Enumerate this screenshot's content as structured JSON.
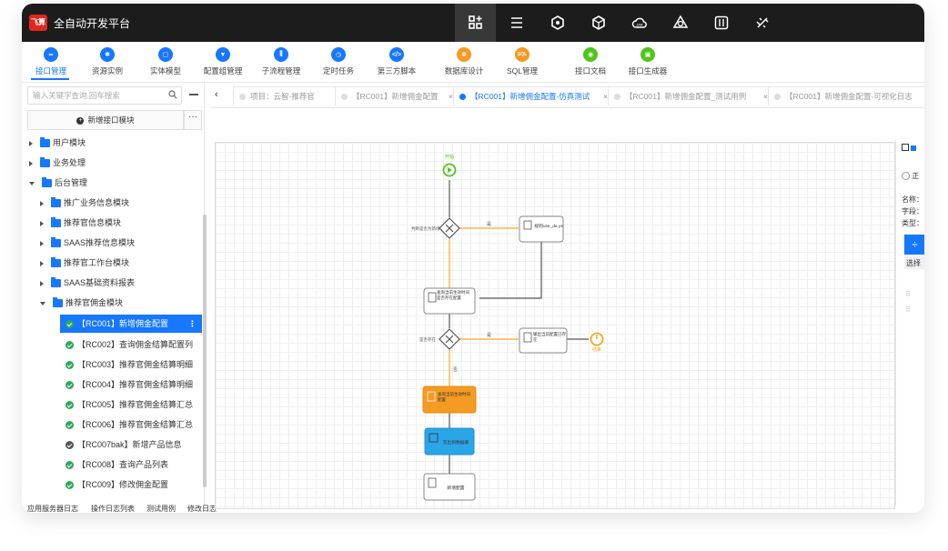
{
  "app": {
    "logo_text": "飞算",
    "title": "全自动开发平台"
  },
  "topnav_icons": [
    "grid-plus-icon",
    "list-icon",
    "hexagon-icon",
    "cube-icon",
    "cloud-jar-icon",
    "atom-icon",
    "sliders-icon",
    "scale-icon"
  ],
  "toolbar": {
    "items": [
      {
        "label": "接口管理",
        "icon": "link-icon",
        "color": "#1677ff",
        "active": true
      },
      {
        "label": "资源实例",
        "icon": "gear-icon",
        "color": "#1677ff"
      },
      {
        "label": "实体模型",
        "icon": "box-icon",
        "color": "#1677ff"
      },
      {
        "label": "配置组管理",
        "icon": "funnel-icon",
        "color": "#1677ff"
      },
      {
        "label": "子流程管理",
        "icon": "flow-icon",
        "color": "#1677ff"
      },
      {
        "label": "定时任务",
        "icon": "clock-icon",
        "color": "#1677ff"
      },
      {
        "label": "第三方脚本",
        "icon": "code-icon",
        "color": "#1677ff"
      },
      {
        "label": "数据库设计",
        "icon": "db-icon",
        "color": "#f59a23"
      },
      {
        "label": "SQL管理",
        "icon": "sql-icon",
        "color": "#f59a23",
        "glyph": "SQL"
      },
      {
        "label": "接口文档",
        "icon": "doc-icon",
        "color": "#52c41a"
      },
      {
        "label": "接口生成器",
        "icon": "generator-icon",
        "color": "#52c41a"
      }
    ]
  },
  "sidebar": {
    "search_placeholder": "输入关键字查询,回车搜索",
    "add_button": "新增接口模块",
    "more": "···",
    "tree": [
      {
        "label": "用户模块",
        "type": "folder",
        "level": 0,
        "open": false
      },
      {
        "label": "业务处理",
        "type": "folder",
        "level": 0,
        "open": false
      },
      {
        "label": "后台管理",
        "type": "folder",
        "level": 0,
        "open": true
      },
      {
        "label": "推广业务信息模块",
        "type": "folder",
        "level": 1,
        "open": false
      },
      {
        "label": "推荐官信息模块",
        "type": "folder",
        "level": 1,
        "open": false
      },
      {
        "label": "SAAS推荐信息模块",
        "type": "folder",
        "level": 1,
        "open": false
      },
      {
        "label": "推荐官工作台模块",
        "type": "folder",
        "level": 1,
        "open": false
      },
      {
        "label": "SAAS基础资料报表",
        "type": "folder",
        "level": 1,
        "open": false
      },
      {
        "label": "推荐官佣金模块",
        "type": "folder",
        "level": 1,
        "open": true
      },
      {
        "label": "【RC001】新增佣金配置",
        "type": "item",
        "level": 2,
        "selected": true
      },
      {
        "label": "【RC002】查询佣金结算配置列",
        "type": "item",
        "level": 2
      },
      {
        "label": "【RC003】推荐官佣金结算明细",
        "type": "item",
        "level": 2
      },
      {
        "label": "【RC004】推荐官佣金结算明细",
        "type": "item",
        "level": 2
      },
      {
        "label": "【RC005】推荐官佣金结算汇总",
        "type": "item",
        "level": 2
      },
      {
        "label": "【RC006】推荐官佣金结算汇总",
        "type": "item",
        "level": 2
      },
      {
        "label": "【RC007bak】新增产品信息",
        "type": "item",
        "level": 2,
        "grey": true
      },
      {
        "label": "【RC008】查询产品列表",
        "type": "item",
        "level": 2
      },
      {
        "label": "【RC009】修改佣金配置",
        "type": "item",
        "level": 2
      }
    ]
  },
  "bottom_tabs": [
    "应用服务器日志",
    "操作日志列表",
    "测试用例",
    "修改日志"
  ],
  "tabs": [
    {
      "label": "项目：云智-推荐官",
      "active": false
    },
    {
      "label": "【RC001】新增佣金配置",
      "active": false
    },
    {
      "label": "【RC001】新增佣金配置-仿真测试",
      "active": true
    },
    {
      "label": "【RC001】新增佣金配置_测试用例",
      "active": false
    },
    {
      "label": "【RC001】新增佣金配置-可视化日志",
      "active": false
    }
  ],
  "tab_nav": "‹",
  "flow": {
    "start_label": "开始",
    "end_label": "结束",
    "gateway1_label": "判断是否为新增",
    "gateway2_label": "是否存在",
    "yes": "是",
    "no": "否",
    "node_script": "规则use_da ys",
    "node_query": "查询当前生效时间是否存在配置",
    "node_error": "输出当前配置已存在",
    "node_orange": "查询当前生效时间配置",
    "node_blue": "写出到数据库",
    "node_final": "新增配置"
  },
  "properties": {
    "radio_label": "正",
    "name_label": "名称：",
    "field_label": "字段：",
    "type_label": "类型：",
    "select_label": "选择"
  }
}
